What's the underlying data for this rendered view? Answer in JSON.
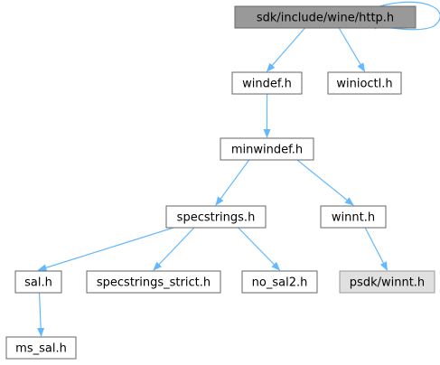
{
  "graph": {
    "colors": {
      "edge": "#63b8ff",
      "node_border": "#666666",
      "node_fill": "#ffffff",
      "root_fill": "#999999",
      "root_border": "#666666",
      "external_fill": "#e0e0e0",
      "external_border": "#999999"
    },
    "nodes": [
      {
        "id": "http",
        "label": "sdk/include/wine/http.h",
        "style": "root"
      },
      {
        "id": "windef",
        "label": "windef.h",
        "style": "normal"
      },
      {
        "id": "winioctl",
        "label": "winioctl.h",
        "style": "normal"
      },
      {
        "id": "minwindef",
        "label": "minwindef.h",
        "style": "normal"
      },
      {
        "id": "specstrings",
        "label": "specstrings.h",
        "style": "normal"
      },
      {
        "id": "winnt",
        "label": "winnt.h",
        "style": "normal"
      },
      {
        "id": "sal",
        "label": "sal.h",
        "style": "normal"
      },
      {
        "id": "specstrings_strict",
        "label": "specstrings_strict.h",
        "style": "normal"
      },
      {
        "id": "no_sal2",
        "label": "no_sal2.h",
        "style": "normal"
      },
      {
        "id": "psdk_winnt",
        "label": "psdk/winnt.h",
        "style": "external"
      },
      {
        "id": "ms_sal",
        "label": "ms_sal.h",
        "style": "normal"
      }
    ],
    "edges": [
      {
        "from": "http",
        "to": "http"
      },
      {
        "from": "http",
        "to": "windef"
      },
      {
        "from": "http",
        "to": "winioctl"
      },
      {
        "from": "windef",
        "to": "minwindef"
      },
      {
        "from": "minwindef",
        "to": "specstrings"
      },
      {
        "from": "minwindef",
        "to": "winnt"
      },
      {
        "from": "specstrings",
        "to": "sal"
      },
      {
        "from": "specstrings",
        "to": "specstrings_strict"
      },
      {
        "from": "specstrings",
        "to": "no_sal2"
      },
      {
        "from": "winnt",
        "to": "psdk_winnt"
      },
      {
        "from": "sal",
        "to": "ms_sal"
      }
    ]
  }
}
